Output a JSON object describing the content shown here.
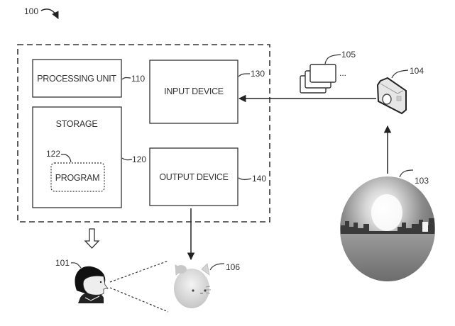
{
  "figure": {
    "system_ref": "100",
    "components": {
      "processing_unit": {
        "label": "PROCESSING UNIT",
        "ref": "110"
      },
      "storage": {
        "label": "STORAGE",
        "ref": "120"
      },
      "program": {
        "label": "PROGRAM",
        "ref": "122"
      },
      "input_device": {
        "label": "INPUT DEVICE",
        "ref": "130"
      },
      "output_device": {
        "label": "OUTPUT DEVICE",
        "ref": "140"
      }
    },
    "external": {
      "user": {
        "ref": "101"
      },
      "environment_sphere": {
        "ref": "103"
      },
      "camera": {
        "ref": "104"
      },
      "images": {
        "ref": "105",
        "ellipsis": "..."
      },
      "virtual_object": {
        "ref": "106"
      }
    }
  }
}
